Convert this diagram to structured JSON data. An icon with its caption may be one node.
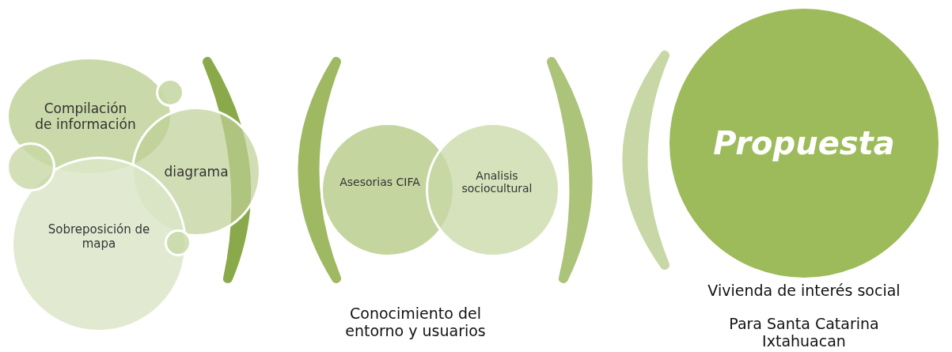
{
  "diagram": {
    "nodes": [
      {
        "text": [
          "Compilación de información"
        ]
      },
      {
        "text": [
          "diagrama"
        ]
      },
      {
        "text": [
          "Sobreposición de mapa"
        ]
      },
      {
        "text": [],
        "shape": "circle"
      },
      {
        "text": [],
        "shape": "circle"
      },
      {
        "text": [],
        "shape": "circle"
      },
      {
        "text": [
          "Asesorias CIFA"
        ]
      },
      {
        "text": [
          "Analisis sociocultural"
        ]
      },
      {
        "text": [
          "Propuesta"
        ],
        "beside": [
          "Vivienda de interés social",
          "Para Santa Catarina Ixtahuacan"
        ]
      }
    ],
    "edges": [],
    "labels": [
      "Conocimiento del entorno y usuarios"
    ]
  }
}
